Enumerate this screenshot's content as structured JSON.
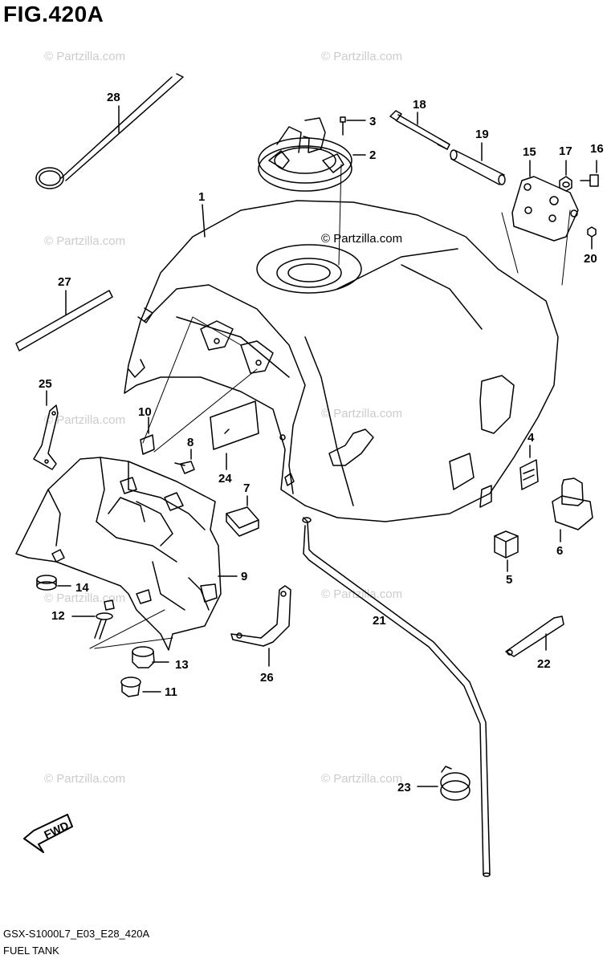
{
  "figure_title": "FIG.420A",
  "watermark": "© Partzilla.com",
  "footer": {
    "model_code": "GSX-S1000L7_E03_E28_420A",
    "section_name": "FUEL TANK"
  },
  "fwd_label": "FWD",
  "callouts": {
    "c1": "1",
    "c2": "2",
    "c3": "3",
    "c4": "4",
    "c5": "5",
    "c6": "6",
    "c7": "7",
    "c8": "8",
    "c9": "9",
    "c10": "10",
    "c11": "11",
    "c12": "12",
    "c13": "13",
    "c14": "14",
    "c15": "15",
    "c16": "16",
    "c17": "17",
    "c18": "18",
    "c19": "19",
    "c20": "20",
    "c21": "21",
    "c22": "22",
    "c23": "23",
    "c24": "24",
    "c25": "25",
    "c26": "26",
    "c27": "27",
    "c28": "28"
  }
}
